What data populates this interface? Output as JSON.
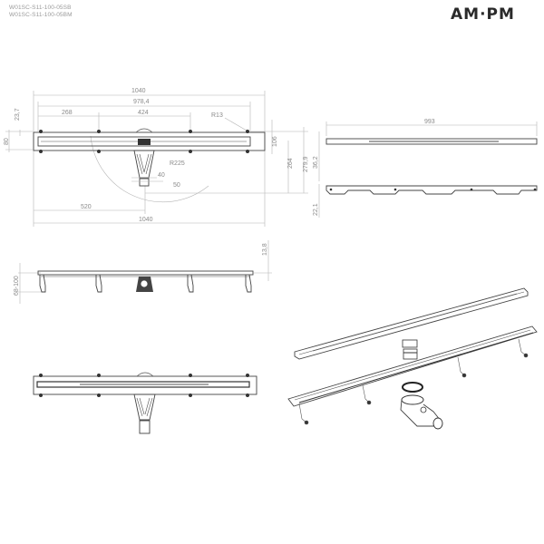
{
  "header": {
    "product_codes": [
      "W01SC-S11-100-05SB",
      "W01SC-S11-100-05BM"
    ],
    "brand_logo": "AM·PM"
  },
  "top_view": {
    "dims": {
      "overall_length": "1040",
      "inner_length": "978,4",
      "first_leg_offset": "268",
      "leg_spacing": "424",
      "radius_leg": "R13",
      "edge_offset": "23,7",
      "width": "80",
      "depth_106": "106",
      "depth_264": "264",
      "depth_279": "279,9",
      "radius_arc": "R225",
      "outlet_40": "40",
      "outlet_50": "50",
      "center_offset": "520",
      "bottom_length": "1040"
    }
  },
  "grate_view": {
    "dims": {
      "grate_length": "993",
      "height_362": "36,2",
      "height_221": "22,1"
    }
  },
  "side_view": {
    "dims": {
      "height_range": "68-100",
      "top_height": "13,8"
    }
  },
  "colors": {
    "line": "#444444",
    "dimension": "#b5b5b5",
    "text": "#8a8a8a",
    "logo": "#2a2a2a"
  }
}
